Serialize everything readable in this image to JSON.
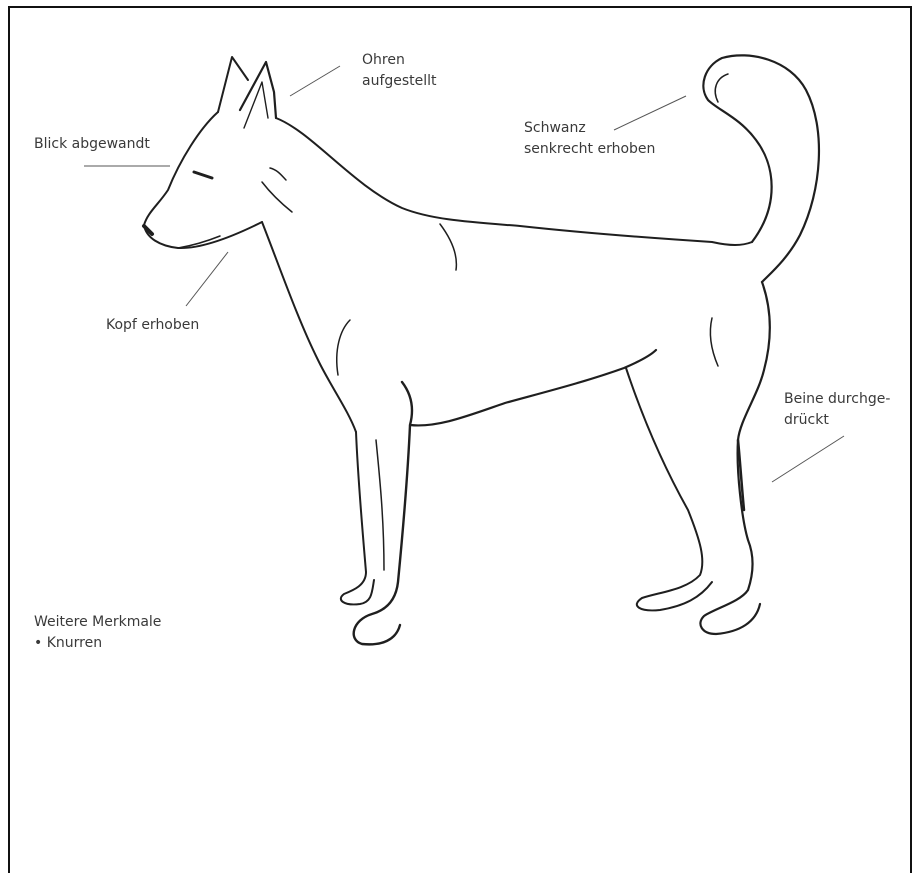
{
  "labels": {
    "ears": [
      "Ohren",
      "aufgestellt"
    ],
    "gaze": "Blick abgewandt",
    "tail": [
      "Schwanz",
      "senkrecht erhoben"
    ],
    "head": "Kopf erhoben",
    "legs": [
      "Beine durchge-",
      "drückt"
    ],
    "further": [
      "Weitere Merkmale",
      "• Knurren"
    ]
  }
}
